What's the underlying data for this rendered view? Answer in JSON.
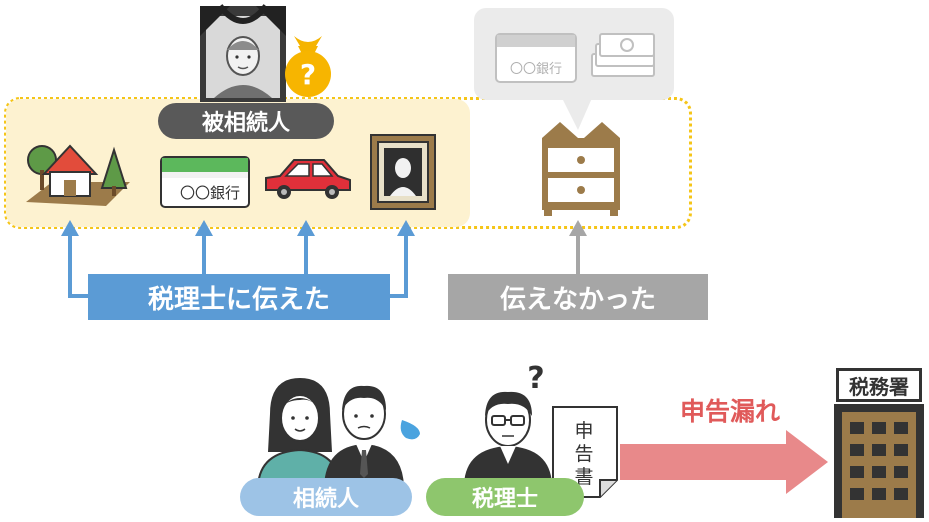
{
  "estate": {
    "deceased_label": "被相続人",
    "bank_text": "〇〇銀行",
    "told_label": "税理士に伝えた",
    "not_told_label": "伝えなかった",
    "hidden_bank_text": "〇〇銀行"
  },
  "filing": {
    "heirs_label": "相続人",
    "accountant_label": "税理士",
    "document_text": "申告書",
    "omission_label": "申告漏れ",
    "tax_office_label": "税務署"
  },
  "colors": {
    "told_blue": "#5b9bd5",
    "not_told_gray": "#a6a6a6",
    "omission_red": "#e8898a",
    "cream": "#fdf2d0",
    "dots": "#f5c518",
    "brown": "#9c7b4a"
  }
}
